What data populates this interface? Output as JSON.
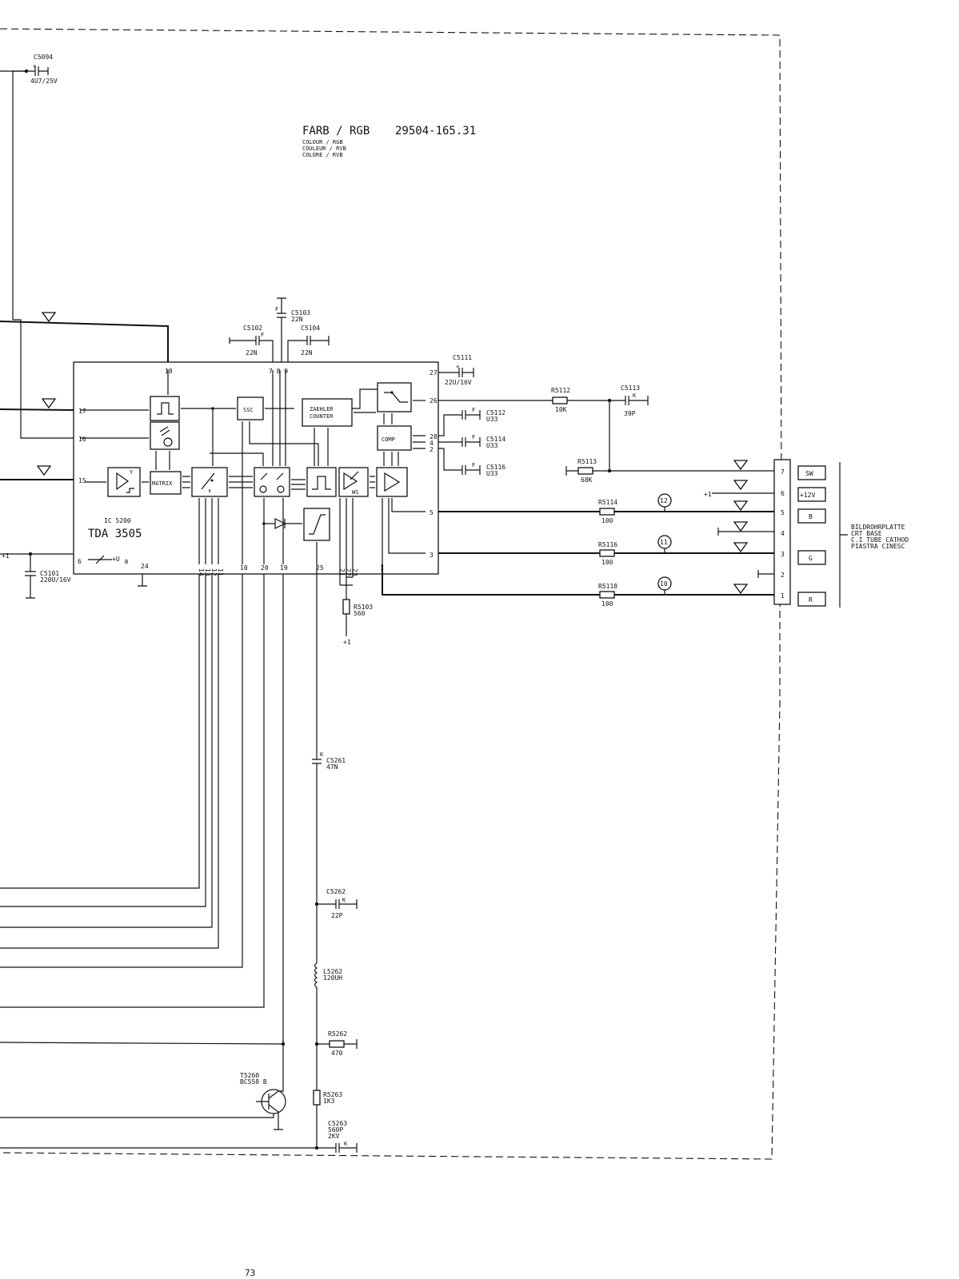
{
  "title": {
    "main": "FARB / RGB",
    "code": "29504-165.31",
    "lang1": "COLOUR / RGB",
    "lang2": "COULEUR / RVB",
    "lang3": "COLORE / RVB"
  },
  "ic": {
    "ref": "IC 5200",
    "type": "TDA 3505",
    "supply": "+U",
    "supply_sub": "B",
    "block_ssc": "SSC",
    "block_zaehler": "ZAEHLER",
    "block_counter": "COUNTER",
    "block_comp": "COMP",
    "block_matrix": "MATRIX",
    "block_ws": "WS",
    "block_y": "Y"
  },
  "pins": {
    "p18": "18",
    "p17": "17",
    "p16": "16",
    "p15": "15",
    "p6": "6",
    "p24": "24",
    "p789": "7 8 9",
    "p27": "27",
    "p26": "26",
    "p28": "28",
    "p4": "4",
    "p2": "2",
    "p5": "5",
    "p3": "3",
    "p1": "1",
    "p14": "14",
    "p13": "13",
    "p12": "12",
    "p11": "11",
    "p10": "10",
    "p20": "20",
    "p19": "19",
    "p25": "25",
    "p21": "21",
    "p22": "22",
    "p23": "23"
  },
  "components": {
    "c5094": {
      "ref": "C5094",
      "val": "4U7/25V"
    },
    "c5102": {
      "ref": "C5102",
      "val": "22N"
    },
    "c5103": {
      "ref": "C5103",
      "val": "22N"
    },
    "c5104": {
      "ref": "C5104",
      "val": "22N"
    },
    "c5111": {
      "ref": "C5111",
      "val": "22U/16V"
    },
    "c5112": {
      "ref": "C5112",
      "val": "U33"
    },
    "c5114": {
      "ref": "C5114",
      "val": "U33"
    },
    "c5116": {
      "ref": "C5116",
      "val": "U33"
    },
    "c5113": {
      "ref": "C5113",
      "val": "39P"
    },
    "c5101": {
      "ref": "C5101",
      "val": "220U/16V"
    },
    "r5112": {
      "ref": "R5112",
      "val": "10K"
    },
    "r5113": {
      "ref": "R5113",
      "val": "68K"
    },
    "r5114": {
      "ref": "R5114",
      "val": "100"
    },
    "r5116": {
      "ref": "R5116",
      "val": "100"
    },
    "r5118": {
      "ref": "R5118",
      "val": "100"
    },
    "r5103": {
      "ref": "R5103",
      "val": "560"
    },
    "c5261": {
      "ref": "C5261",
      "val": "47N"
    },
    "c5262": {
      "ref": "C5262",
      "val": "22P"
    },
    "l5262": {
      "ref": "L5262",
      "val": "120UH"
    },
    "r5262": {
      "ref": "R5262",
      "val": "470"
    },
    "r5263": {
      "ref": "R5263",
      "val": "1K3"
    },
    "c5263": {
      "ref": "C5263",
      "val": "560P",
      "val2": "2KV"
    },
    "t5260": {
      "ref": "T5260",
      "val": "BC558 B"
    }
  },
  "cap_marks": {
    "f": "F",
    "k": "K",
    "plus": "+"
  },
  "rails": {
    "plus1": "+1",
    "plus1b": "+1",
    "plus1c": "+1"
  },
  "test_points": [
    "12",
    "11",
    "10"
  ],
  "connector": {
    "pins": [
      "7",
      "6",
      "5",
      "4",
      "3",
      "2",
      "1"
    ],
    "labels": {
      "sw": "SW",
      "v12": "+12V",
      "b": "B",
      "g": "G",
      "r": "R"
    }
  },
  "crt_base": {
    "line1": "BILDROHRPLATTE",
    "line2": "CRT BASE",
    "line3": "C.I TUBE CATHOD",
    "line4": "PIASTRA CINESC"
  },
  "page_number": "73"
}
